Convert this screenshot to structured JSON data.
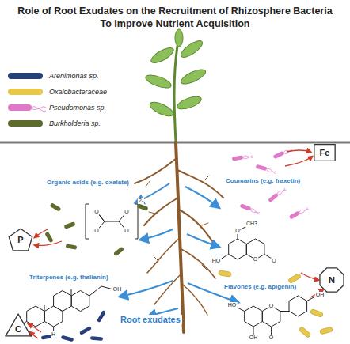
{
  "diagram": {
    "title": "Role of Root Exudates on the Recruitment of Rhizosphere Bacteria To Improve Nutrient Acquisition",
    "nodes": [
      {
        "text": [
          "Fe"
        ]
      },
      {
        "text": [
          "P"
        ]
      },
      {
        "text": [
          "N"
        ]
      },
      {
        "text": [
          "C"
        ]
      }
    ],
    "labels": [
      "Organic acids (e.g. oxalate)",
      "Coumarins (e.g. fraxetin)",
      "Triterpenes (e.g. thalianin)",
      "Flavones (e.g. apigenin)",
      "Root exudates",
      "O",
      "O",
      "O",
      "O",
      "2-",
      "O",
      "O",
      "HO",
      "O",
      "CH3",
      "HO",
      "H",
      "OH",
      "HO",
      "O",
      "O",
      "OH",
      "OH"
    ],
    "legend": [
      {
        "text": "Arenimonas sp.",
        "color": "#27407a"
      },
      {
        "text": "Oxalobacteraceae",
        "color": "#e8c84a"
      },
      {
        "text": "Pseudomonas sp.",
        "color": "#e07ac8"
      },
      {
        "text": "Burkholderia sp.",
        "color": "#5d6b2c"
      }
    ]
  }
}
